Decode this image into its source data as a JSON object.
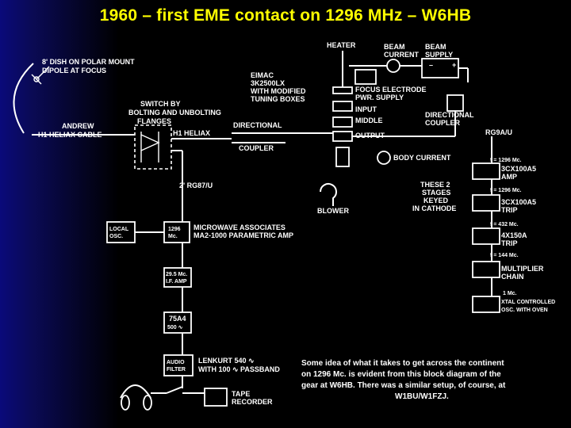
{
  "title": "1960 – first EME contact on 1296 MHz – W6HB",
  "diagram": {
    "dish": [
      "8' DISH ON POLAR MOUNT",
      "DIPOLE AT FOCUS"
    ],
    "andrew": [
      "ANDREW",
      "H1 HELIAX CABLE"
    ],
    "switch": [
      "SWITCH BY",
      "BOLTING AND UNBOLTING",
      "FLANGES"
    ],
    "h1_heliax": "H1 HELIAX",
    "directional": "DIRECTIONAL",
    "coupler": "COUPLER",
    "rg87u": "2' RG87/U",
    "eimac": [
      "EIMAC",
      "3K2500LX",
      "WITH MODIFIED",
      "TUNING BOXES"
    ],
    "heater": "HEATER",
    "beam_current": [
      "BEAM",
      "CURRENT"
    ],
    "beam_supply": [
      "BEAM",
      "SUPPLY"
    ],
    "minus": "–",
    "plus": "+",
    "focus": [
      "FOCUS ELECTRODE",
      "PWR. SUPPLY"
    ],
    "input": "INPUT",
    "middle": "MIDDLE",
    "output": "OUTPUT",
    "body_current": "BODY CURRENT",
    "blower": "BLOWER",
    "dir_coupler_right": [
      "DIRECTIONAL",
      "COUPLER"
    ],
    "rg9au": "RG9A/U",
    "these2": [
      "THESE 2",
      "STAGES",
      "KEYED",
      "IN CATHODE"
    ],
    "chain": [
      {
        "freq": "f = 1296 Mc.",
        "label": [
          "3CX100A5",
          "AMP"
        ]
      },
      {
        "freq": "f = 1296 Mc.",
        "label": [
          "3CX100A5",
          "TRIP"
        ]
      },
      {
        "freq": "f = 432 Mc.",
        "label": [
          "4X150A",
          "TRIP"
        ]
      },
      {
        "freq": "f = 144 Mc.",
        "label": [
          "MULTIPLIER",
          "CHAIN"
        ]
      },
      {
        "freq": "1 Mc.",
        "label": [
          "XTAL CONTROLLED",
          "OSC. WITH OVEN"
        ]
      }
    ],
    "local_osc": [
      "LOCAL",
      "OSC."
    ],
    "amp1296": [
      "1296",
      "Mc."
    ],
    "microwave": [
      "MICROWAVE ASSOCIATES",
      "MA2-1000 PARAMETRIC AMP"
    ],
    "if_amp": [
      "29.5 Mc.",
      "I.F. AMP"
    ],
    "r75a4": [
      "75A4",
      "500 ∿"
    ],
    "audio_filter": [
      "AUDIO",
      "FILTER"
    ],
    "lenkurt": [
      "LENKURT 540 ∿",
      "WITH 100 ∿ PASSBAND"
    ],
    "tape": [
      "TAPE",
      "RECORDER"
    ],
    "caption": [
      "Some idea of what it takes to get across the continent",
      "on 1296 Mc. is evident from this block diagram of the",
      "gear at W6HB. There was a similar setup, of course, at",
      "W1BU/W1FZJ."
    ]
  }
}
